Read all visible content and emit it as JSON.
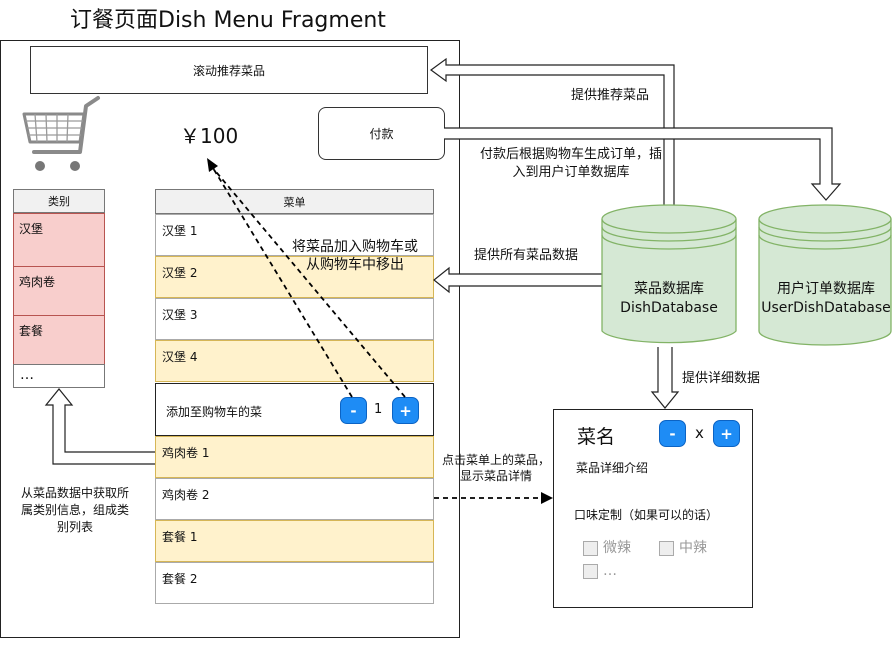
{
  "title": "订餐页面Dish Menu Fragment",
  "recommend_label": "滚动推荐菜品",
  "price": "￥100",
  "pay_label": "付款",
  "category": {
    "header": "类别",
    "items": [
      "汉堡",
      "鸡肉卷",
      "套餐"
    ],
    "more": "…"
  },
  "menu": {
    "header": "菜单",
    "rows": [
      "汉堡 1",
      "汉堡 2",
      "汉堡 3",
      "汉堡 4"
    ],
    "add_row": {
      "label": "添加至购物车的菜",
      "minus": "-",
      "qty": "1",
      "plus": "+"
    },
    "rows_after": [
      "鸡肉卷 1",
      "鸡肉卷 2",
      "套餐 1",
      "套餐 2"
    ]
  },
  "databases": {
    "dish": {
      "line1": "菜品数据库",
      "line2": "DishDatabase"
    },
    "user_order": {
      "line1": "用户订单数据库",
      "line2": "UserDishDatabase"
    }
  },
  "annotations": {
    "provide_recommend": "提供推荐菜品",
    "after_pay": "付款后根据购物车生成订单，插入到用户订单数据库",
    "provide_all": "提供所有菜品数据",
    "add_remove": "将菜品加入购物车或从购物车中移出",
    "provide_detail": "提供详细数据",
    "click_menu": "点击菜单上的菜品，显示菜品详情",
    "category_from": "从菜品数据中获取所属类别信息，组成类别列表"
  },
  "detail": {
    "name": "菜名",
    "minus": "-",
    "x": "x",
    "plus": "+",
    "intro": "菜品详细介绍",
    "custom_title": "口味定制（如果可以的话）",
    "options": [
      "微辣",
      "中辣",
      "…"
    ]
  }
}
